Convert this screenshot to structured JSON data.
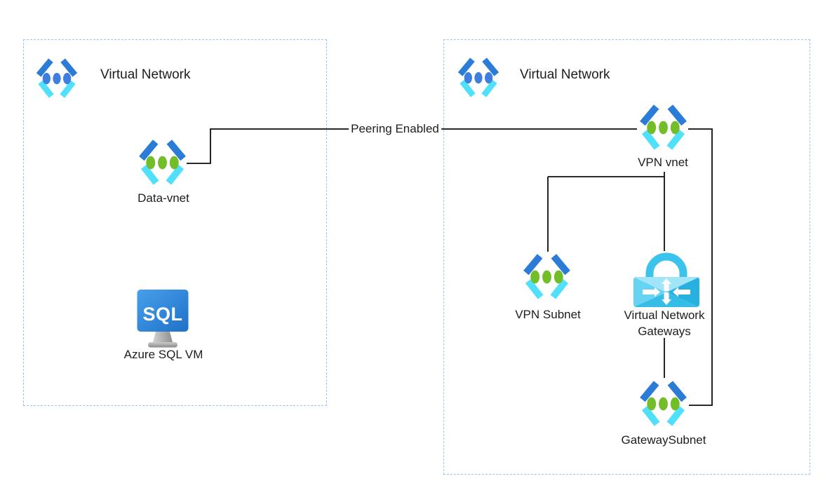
{
  "diagram": {
    "left_group": {
      "title": "Virtual Network"
    },
    "right_group": {
      "title": "Virtual Network"
    },
    "nodes": {
      "data_vnet": {
        "label": "Data-vnet",
        "icon": "virtual-network-icon"
      },
      "azure_sql_vm": {
        "label": "Azure SQL VM",
        "icon_text": "SQL",
        "icon": "sql-vm-monitor-icon"
      },
      "vpn_vnet": {
        "label": "VPN vnet",
        "icon": "virtual-network-icon"
      },
      "vpn_subnet": {
        "label": "VPN Subnet",
        "icon": "virtual-network-icon"
      },
      "vn_gateways": {
        "label": "Virtual Network Gateways",
        "icon": "vpn-gateway-lock-icon"
      },
      "gateway_subnet": {
        "label": "GatewaySubnet",
        "icon": "virtual-network-icon"
      }
    },
    "edges": {
      "peering": {
        "label": "Peering Enabled",
        "from": "Data-vnet",
        "to": "VPN vnet"
      }
    },
    "colors": {
      "group_border": "#9fc5ec",
      "connector": "#0d0d0d",
      "chevron_dark_blue": "#2a7cd6",
      "chevron_cyan": "#50e0fb",
      "dots_blue": "#3d7ee0",
      "dots_green": "#72bd28",
      "gateway_lock_cyan": "#3cc3ec",
      "sql_monitor_blue": "#2e86e0",
      "label_text": "#1d1d1d"
    }
  }
}
